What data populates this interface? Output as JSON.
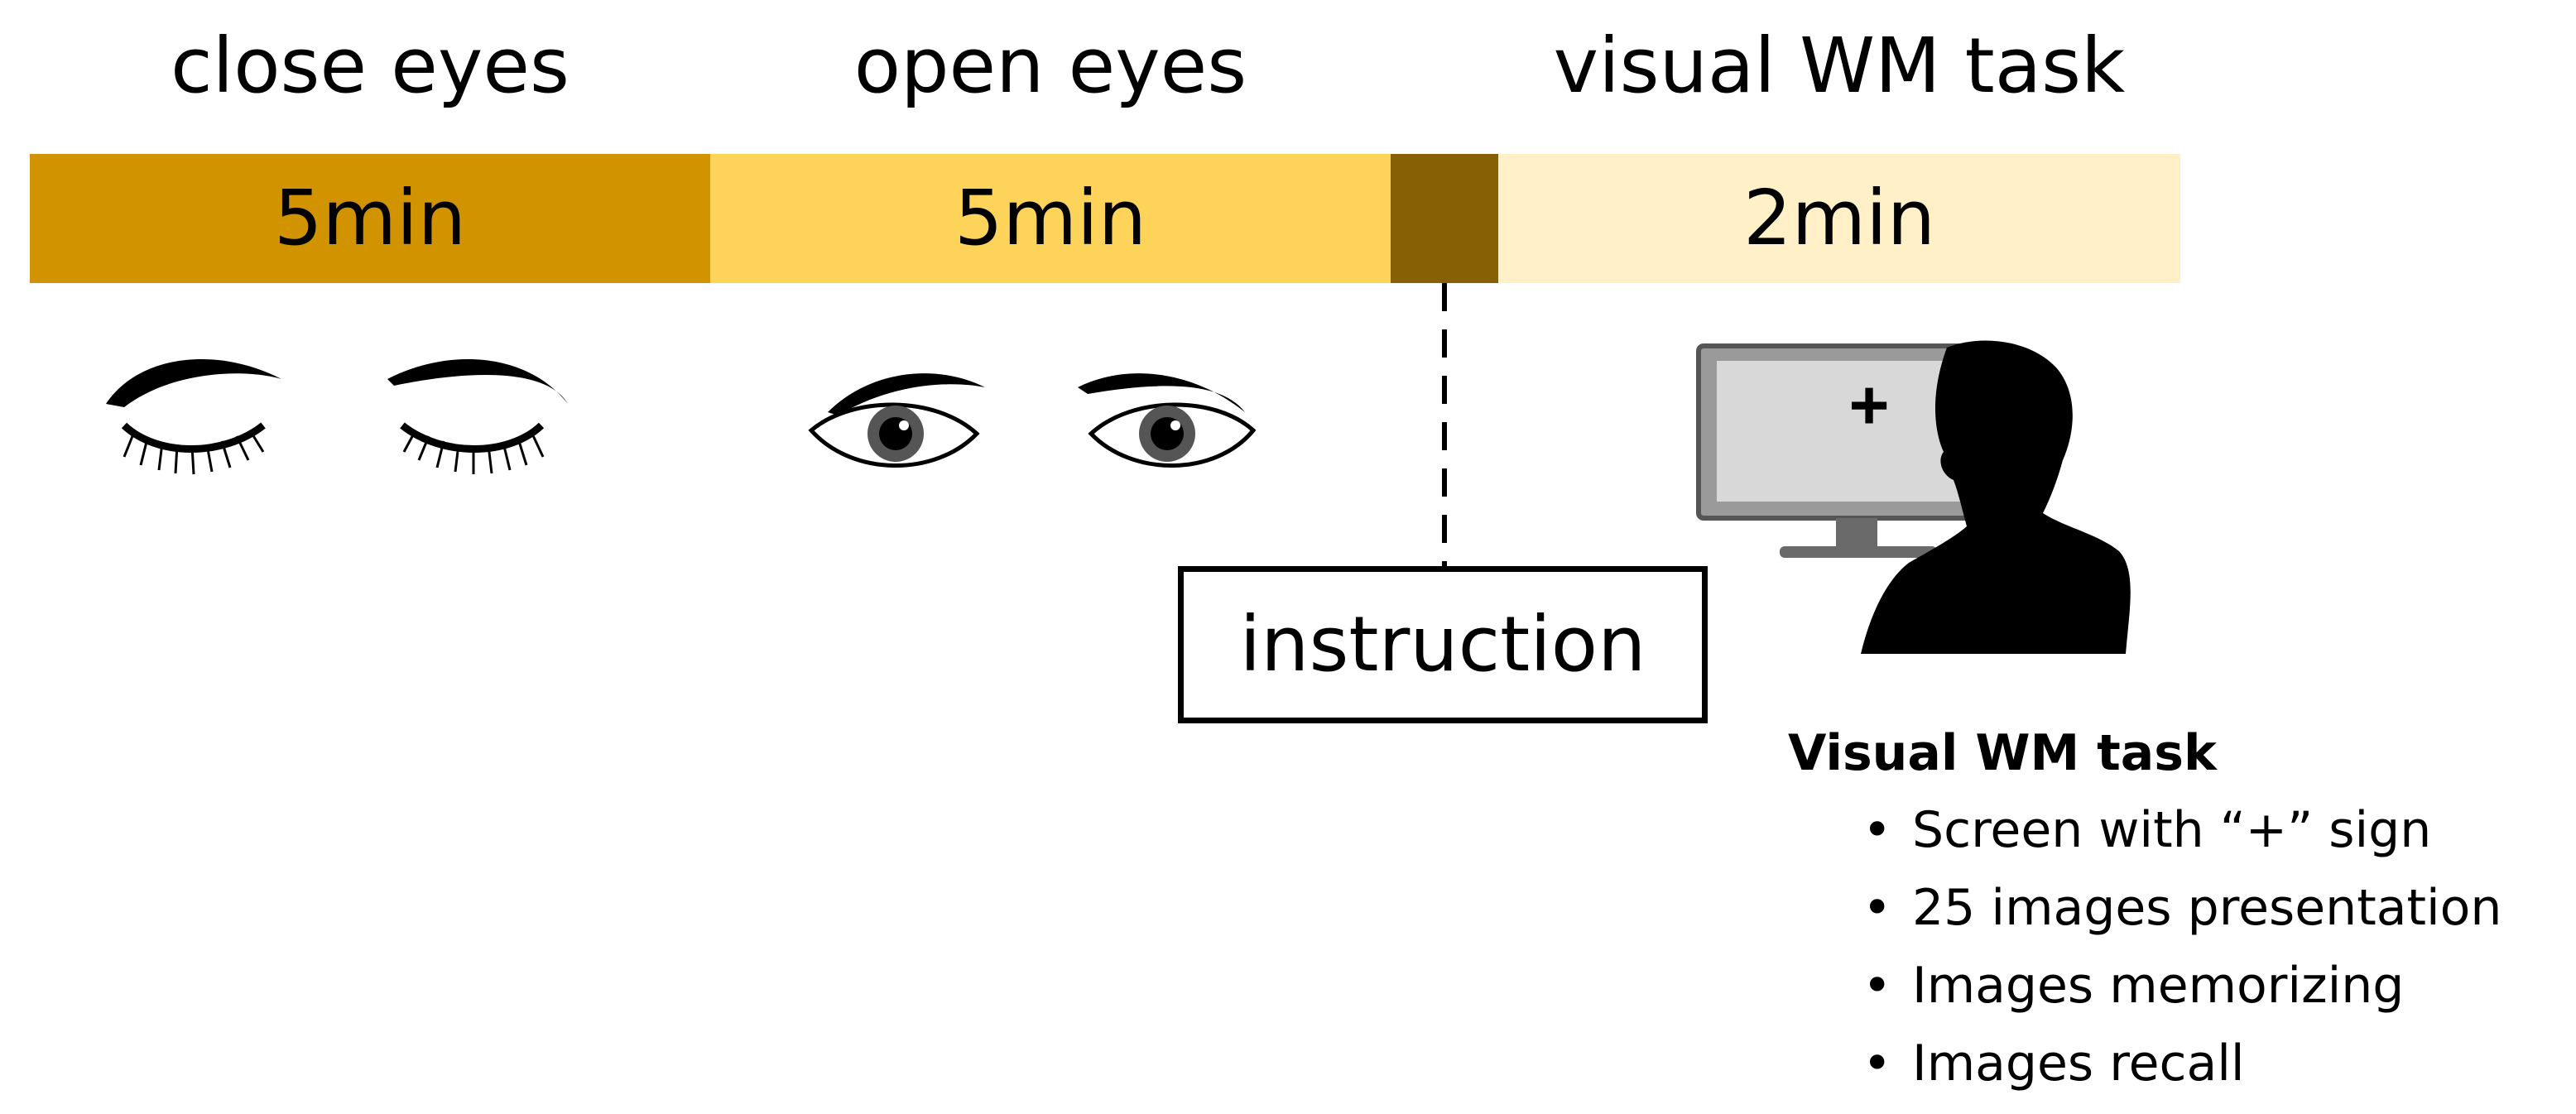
{
  "phases": [
    {
      "title": "close eyes",
      "duration": "5min",
      "color": "#d19400"
    },
    {
      "title": "open eyes",
      "duration": "5min",
      "color": "#fdd35a"
    },
    {
      "title": "",
      "duration": "",
      "color": "#876005"
    },
    {
      "title": "visual WM task",
      "duration": "2min",
      "color": "#fff0c8"
    }
  ],
  "instruction_label": "instruction",
  "monitor_symbol": "+",
  "task_box": {
    "heading": "Visual WM task",
    "items": [
      "Screen with “+” sign",
      "25 images presentation",
      "Images memorizing",
      "Images recall"
    ]
  },
  "icons": [
    "closed-eyes-icon",
    "open-eyes-icon",
    "person-at-monitor-icon"
  ]
}
